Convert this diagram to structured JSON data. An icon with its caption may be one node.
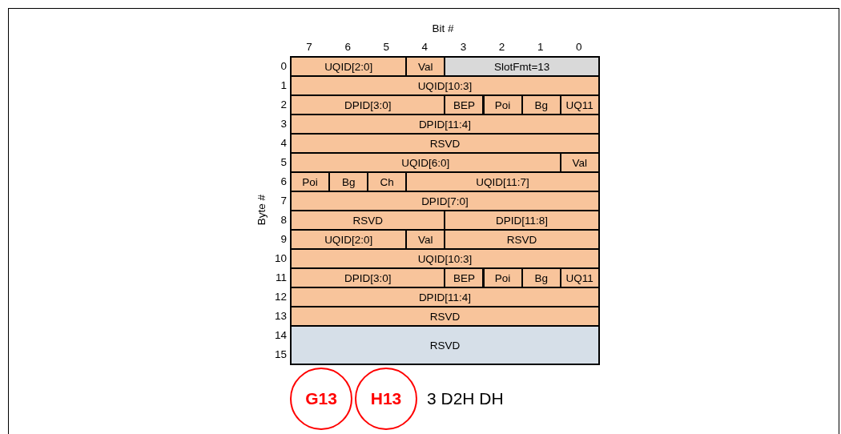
{
  "diagram": {
    "nodes": [
      {
        "text": [
          "UQID[2:0]"
        ]
      },
      {
        "text": [
          "Val"
        ]
      },
      {
        "text": [
          "SlotFmt=13"
        ]
      },
      {
        "text": [
          "UQID[10:3]"
        ]
      },
      {
        "text": [
          "DPID[3:0]"
        ]
      },
      {
        "text": [
          "BEP"
        ]
      },
      {
        "text": [
          "Poi"
        ]
      },
      {
        "text": [
          "Bg"
        ]
      },
      {
        "text": [
          "UQ11"
        ]
      },
      {
        "text": [
          "DPID[11:4]"
        ]
      },
      {
        "text": [
          "RSVD"
        ]
      },
      {
        "text": [
          "UQID[6:0]"
        ]
      },
      {
        "text": [
          "Val"
        ]
      },
      {
        "text": [
          "Poi"
        ]
      },
      {
        "text": [
          "Bg"
        ]
      },
      {
        "text": [
          "Ch"
        ]
      },
      {
        "text": [
          "UQID[11:7]"
        ]
      },
      {
        "text": [
          "DPID[7:0]"
        ]
      },
      {
        "text": [
          "RSVD"
        ]
      },
      {
        "text": [
          "DPID[11:8]"
        ]
      },
      {
        "text": [
          "UQID[2:0]"
        ]
      },
      {
        "text": [
          "Val"
        ]
      },
      {
        "text": [
          "RSVD"
        ]
      },
      {
        "text": [
          "UQID[10:3]"
        ]
      },
      {
        "text": [
          "DPID[3:0]"
        ]
      },
      {
        "text": [
          "BEP"
        ]
      },
      {
        "text": [
          "Poi"
        ]
      },
      {
        "text": [
          "Bg"
        ]
      },
      {
        "text": [
          "UQ11"
        ]
      },
      {
        "text": [
          "DPID[11:4]"
        ]
      },
      {
        "text": [
          "RSVD"
        ]
      },
      {
        "text": [
          "RSVD"
        ]
      },
      {
        "text": [
          "G13"
        ]
      },
      {
        "text": [
          "H13"
        ]
      }
    ],
    "labels": [
      "Bit #",
      "7",
      "6",
      "5",
      "4",
      "3",
      "2",
      "1",
      "0",
      "Byte #",
      "0",
      "1",
      "2",
      "3",
      "4",
      "5",
      "6",
      "7",
      "8",
      "9",
      "10",
      "11",
      "12",
      "13",
      "14",
      "15",
      "3 D2H DH"
    ]
  }
}
